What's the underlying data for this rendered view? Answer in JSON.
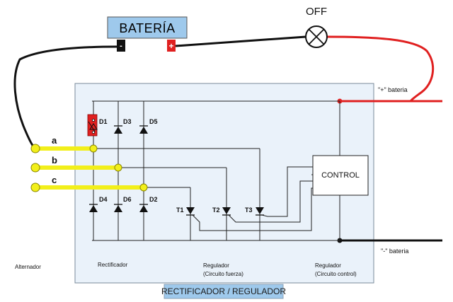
{
  "battery": {
    "label": "BATERÍA",
    "neg_sign": "-",
    "pos_sign": "+"
  },
  "switch": {
    "label": "OFF"
  },
  "phases": {
    "a": "a",
    "b": "b",
    "c": "c"
  },
  "diodes": [
    "D1",
    "D3",
    "D5",
    "D4",
    "D6",
    "D2"
  ],
  "thyristors": [
    "T1",
    "T2",
    "T3"
  ],
  "control": {
    "label": "CONTROL"
  },
  "terminals": {
    "positive": "\"+\"  bateria",
    "negative": "\"-\"  bateria"
  },
  "sections": {
    "alternator": "Alternador",
    "rectifier": "Rectificador",
    "regulator_power_1": "Regulador",
    "regulator_power_2": "(Circuito fuerza)",
    "regulator_control_1": "Regulador",
    "regulator_control_2": "(Circuito control)"
  },
  "module": {
    "title": "RECTIFICADOR / REGULADOR"
  },
  "colors": {
    "module_bg": "#eaf2fa",
    "battery_bg": "#9ec9ec",
    "wire_red": "#e02020",
    "wire_black": "#111111",
    "phase_yellow": "#f2ef1a"
  }
}
